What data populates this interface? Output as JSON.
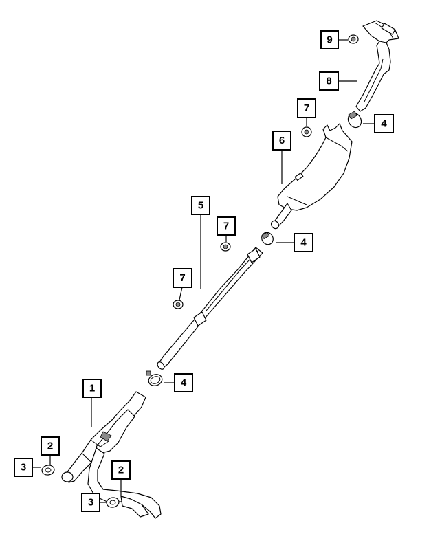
{
  "diagram": {
    "colors": {
      "line": "#000000",
      "background": "#ffffff",
      "box_fill": "#ffffff"
    },
    "callouts": [
      {
        "id": "c9",
        "label": "9"
      },
      {
        "id": "c8",
        "label": "8"
      },
      {
        "id": "c7a",
        "label": "7"
      },
      {
        "id": "c4a",
        "label": "4"
      },
      {
        "id": "c6",
        "label": "6"
      },
      {
        "id": "c5",
        "label": "5"
      },
      {
        "id": "c7b",
        "label": "7"
      },
      {
        "id": "c4b",
        "label": "4"
      },
      {
        "id": "c7c",
        "label": "7"
      },
      {
        "id": "c4c",
        "label": "4"
      },
      {
        "id": "c1",
        "label": "1"
      },
      {
        "id": "c2a",
        "label": "2"
      },
      {
        "id": "c3a",
        "label": "3"
      },
      {
        "id": "c2b",
        "label": "2"
      },
      {
        "id": "c3b",
        "label": "3"
      }
    ]
  }
}
